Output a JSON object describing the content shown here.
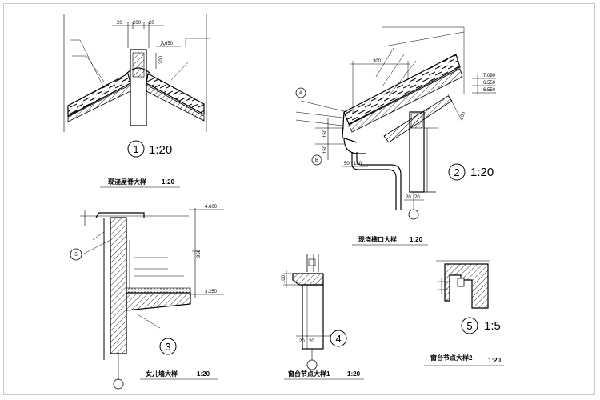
{
  "details": [
    {
      "id": "roof-ridge",
      "number": "1",
      "scale": "1:20",
      "title": "现浇屋脊大样",
      "title_scale": "1:20",
      "dims": {
        "d1": "20",
        "d2": "200",
        "d3": "20",
        "elev": "7.650",
        "h": "200"
      }
    },
    {
      "id": "eave",
      "number": "2",
      "scale": "1:20",
      "title": "现浇檐口大样",
      "title_scale": "1:20",
      "dims": {
        "w": "300",
        "e1": "7.090",
        "e2": "6.550",
        "e3": "6.550",
        "v1": "150",
        "v2": "150",
        "v3": "150",
        "b1": "50",
        "b2": "180",
        "b3": "20",
        "b4": "20",
        "tag_a": "A",
        "tag_b": "B"
      }
    },
    {
      "id": "parapet",
      "number": "3",
      "scale": "",
      "title": "女儿墙大样",
      "title_scale": "1:20",
      "dims": {
        "top": "4.600",
        "mid": "950",
        "bot": "3.250",
        "tag": "5"
      }
    },
    {
      "id": "sill1",
      "number": "4",
      "scale": "",
      "title": "窗台节点大样1",
      "title_scale": "1:20",
      "dims": {
        "h": "100",
        "b1": "20",
        "b2": "20"
      }
    },
    {
      "id": "sill2",
      "number": "5",
      "scale": "1:5",
      "title": "窗台节点大样2",
      "title_scale": "1:20",
      "dims": {}
    }
  ]
}
